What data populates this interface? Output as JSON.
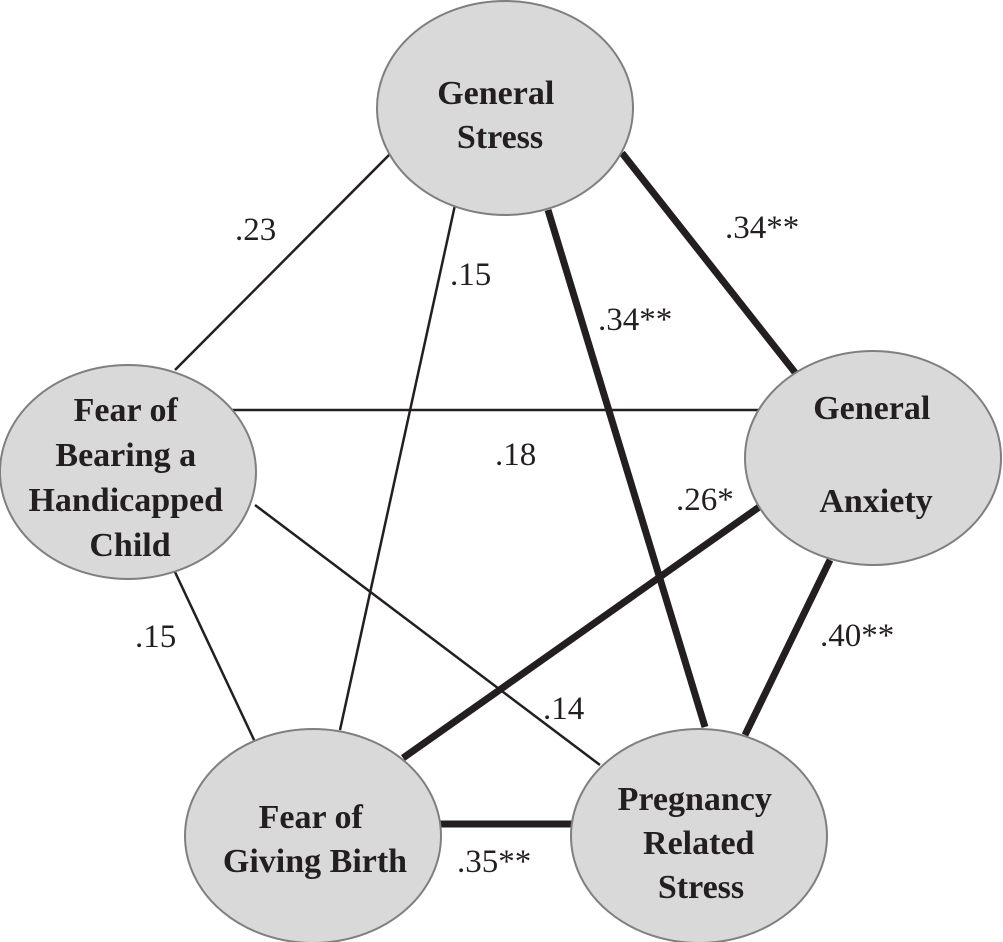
{
  "nodes": {
    "general_stress": {
      "lines": [
        "General",
        "Stress"
      ]
    },
    "general_anxiety": {
      "lines": [
        "General",
        "Anxiety"
      ]
    },
    "fear_handicapped": {
      "lines": [
        "Fear of",
        "Bearing a",
        "Handicapped",
        "Child"
      ]
    },
    "fear_birth": {
      "lines": [
        "Fear of",
        "Giving Birth"
      ]
    },
    "pregnancy_stress": {
      "lines": [
        "Pregnancy",
        "Related",
        "Stress"
      ]
    }
  },
  "edges": {
    "stress_handicapped": {
      "label": ".23",
      "value": 0.23,
      "significance": ""
    },
    "stress_birth": {
      "label": ".15",
      "value": 0.15,
      "significance": ""
    },
    "stress_pregnancy": {
      "label": ".34**",
      "value": 0.34,
      "significance": "**"
    },
    "stress_anxiety": {
      "label": ".34**",
      "value": 0.34,
      "significance": "**"
    },
    "handicapped_anxiety": {
      "label": ".18",
      "value": 0.18,
      "significance": ""
    },
    "anxiety_birth": {
      "label": ".26*",
      "value": 0.26,
      "significance": "*"
    },
    "anxiety_pregnancy": {
      "label": ".40**",
      "value": 0.4,
      "significance": "**"
    },
    "handicapped_birth": {
      "label": ".15",
      "value": 0.15,
      "significance": ""
    },
    "handicapped_pregnancy": {
      "label": ".14",
      "value": 0.14,
      "significance": ""
    },
    "birth_pregnancy": {
      "label": ".35**",
      "value": 0.35,
      "significance": "**"
    }
  }
}
